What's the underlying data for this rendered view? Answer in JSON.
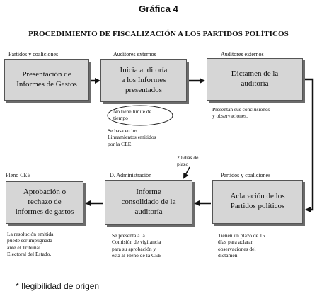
{
  "heading": "Gráfica 4",
  "subtitle": "PROCEDIMIENTO DE FISCALIZACIÓN A LOS PARTIDOS POLÍTICOS",
  "lanes": {
    "top_left": "Partidos y coaliciones",
    "top_mid": "Auditores externos",
    "top_right": "Auditores externos",
    "bottom_left": "Pleno CEE",
    "bottom_mid": "D. Administración",
    "bottom_right": "Partidos y coaliciones"
  },
  "boxes": {
    "presentacion": "Presentación de\nInformes de Gastos",
    "inicia": "Inicia auditoría\na los Informes\npresentados",
    "dictamen": "Dictamen de la\nauditoría",
    "aclaracion": "Aclaración de los\nPartidos políticos",
    "informe": "Informe\nconsolidado de la\nauditoría",
    "aprobacion": "Aprobación o\nrechazo de\ninformes de gastos"
  },
  "notes": {
    "ellipse": "No tiene límite de\ntiempo",
    "lineamientos": "Se basa en los\nLineamientos emitidos\npor la CEE.",
    "conclusiones": "Presentan sus conclusiones\ny observaciones.",
    "plazo": "20 días de\nplazo",
    "resolucion": "La resolución emitida\npuede ser impugnada\nante el Tribunal\nElectoral del Estado.",
    "comision": "Se presenta a la\nComisión de vigilancia\npara su aprobación y\nésta al Pleno de la CEE",
    "tienen": "Tienen un plazo de 15\ndías para aclarar\nobservaciones del\ndictamen"
  },
  "footnote": "* Ilegibilidad de origen"
}
